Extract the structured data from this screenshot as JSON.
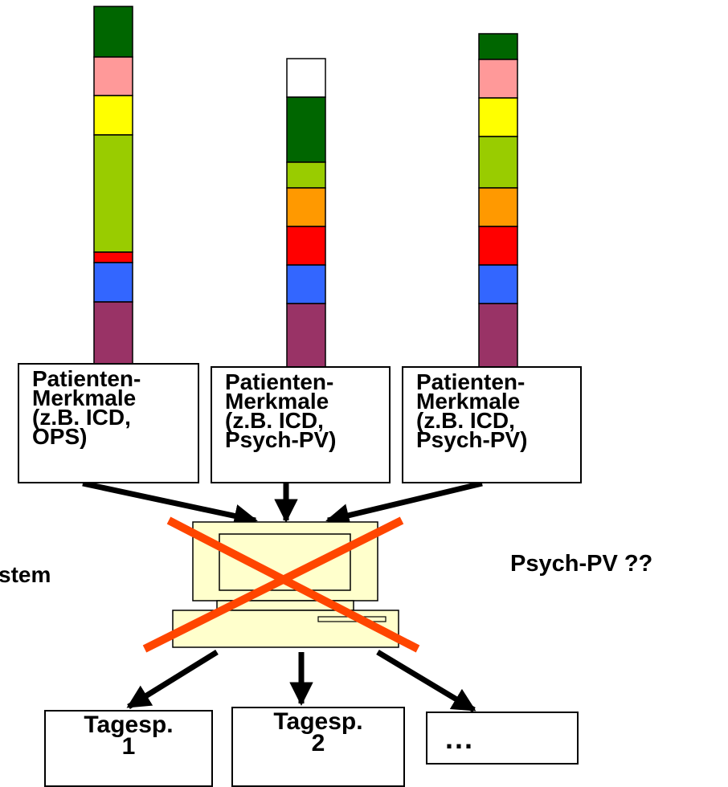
{
  "palette": {
    "dark_green": "#006600",
    "pink": "#ff9999",
    "yellow": "#ffff00",
    "lime_green": "#99cc00",
    "red": "#ff0000",
    "orange": "#ff9900",
    "blue": "#3366ff",
    "plum": "#993366",
    "computer_fill": "#ffffcc",
    "cross_color": "#ff4500"
  },
  "bars": [
    {
      "segments": [
        "dark_green",
        "pink",
        "yellow",
        "lime_green",
        "red",
        "blue",
        "plum"
      ]
    },
    {
      "segments": [
        "white",
        "dark_green",
        "lime_green",
        "orange",
        "red",
        "blue",
        "plum"
      ]
    },
    {
      "segments": [
        "dark_green",
        "pink",
        "yellow",
        "lime_green",
        "orange",
        "red",
        "blue",
        "plum"
      ]
    }
  ],
  "feature_boxes": [
    {
      "lines": [
        "Patienten-",
        "Merkmale",
        "(z.B. ICD,",
        "OPS)"
      ]
    },
    {
      "lines": [
        "Patienten-",
        "Merkmale",
        "(z.B. ICD,",
        "Psych-PV)"
      ]
    },
    {
      "lines": [
        "Patienten-",
        "Merkmale",
        "(z.B. ICD,",
        "Psych-PV)"
      ]
    }
  ],
  "side_labels": {
    "left": "stem",
    "right": "Psych-PV ??"
  },
  "computer": {
    "icon": "computer-icon",
    "crossed_out_icon": "cross-out-icon"
  },
  "outputs": [
    {
      "lines": [
        "Tagesp.",
        "1"
      ]
    },
    {
      "lines": [
        "Tagesp.",
        "2"
      ]
    },
    {
      "lines": [
        "..."
      ]
    }
  ]
}
